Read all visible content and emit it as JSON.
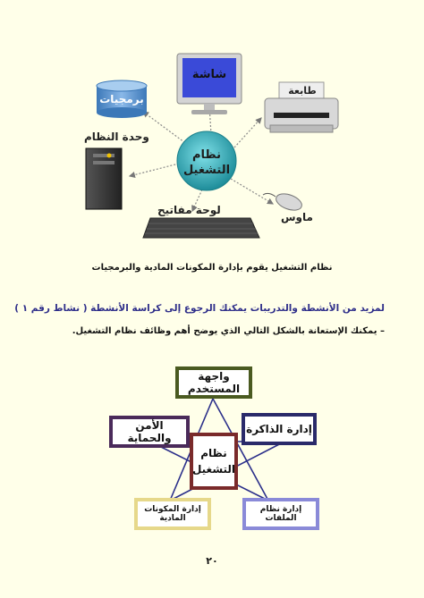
{
  "diagram1": {
    "center_label": "نظام\nالتشغيل",
    "monitor_label": "شاشة",
    "software_label": "برمجيات",
    "printer_label": "طابعة",
    "system_unit_label": "وحدة النظام",
    "keyboard_label": "لوحة مفاتيح",
    "mouse_label": "ماوس",
    "caption": "نظام التشغيل يقوم بإدارة المكونات المادية والبرمجيات"
  },
  "activity_note": "لمزيد من الأنشطة والتدريبات يمكنك الرجوع إلى كراسة الأنشطة ( نشاط رقم ١ )",
  "instruction": "– يمكنك الإستعانة بالشكل التالي الذي يوضح أهم وظائف نظام التشغيل.",
  "diagram2": {
    "center": "نظام\nالتشغيل",
    "top": "واجهة المستخدم",
    "left": "الأمن والحماية",
    "right": "إدارة الذاكرة",
    "bottom_left": "إدارة المكونات المادية",
    "bottom_right": "إدارة نظام الملفات"
  },
  "colors": {
    "activity_note": "#2f2f8a",
    "center_fill": "#2aa4b0",
    "arrow": "#777777",
    "connector": "#2b2f8a",
    "top_border": "#4a5a20",
    "left_border": "#4a2a5a",
    "right_border": "#2a2a6a",
    "center_border": "#7a2a2a",
    "bottom_left_border": "#e6d88a",
    "bottom_right_border": "#8a8ad8"
  },
  "page_number": "٢٠"
}
